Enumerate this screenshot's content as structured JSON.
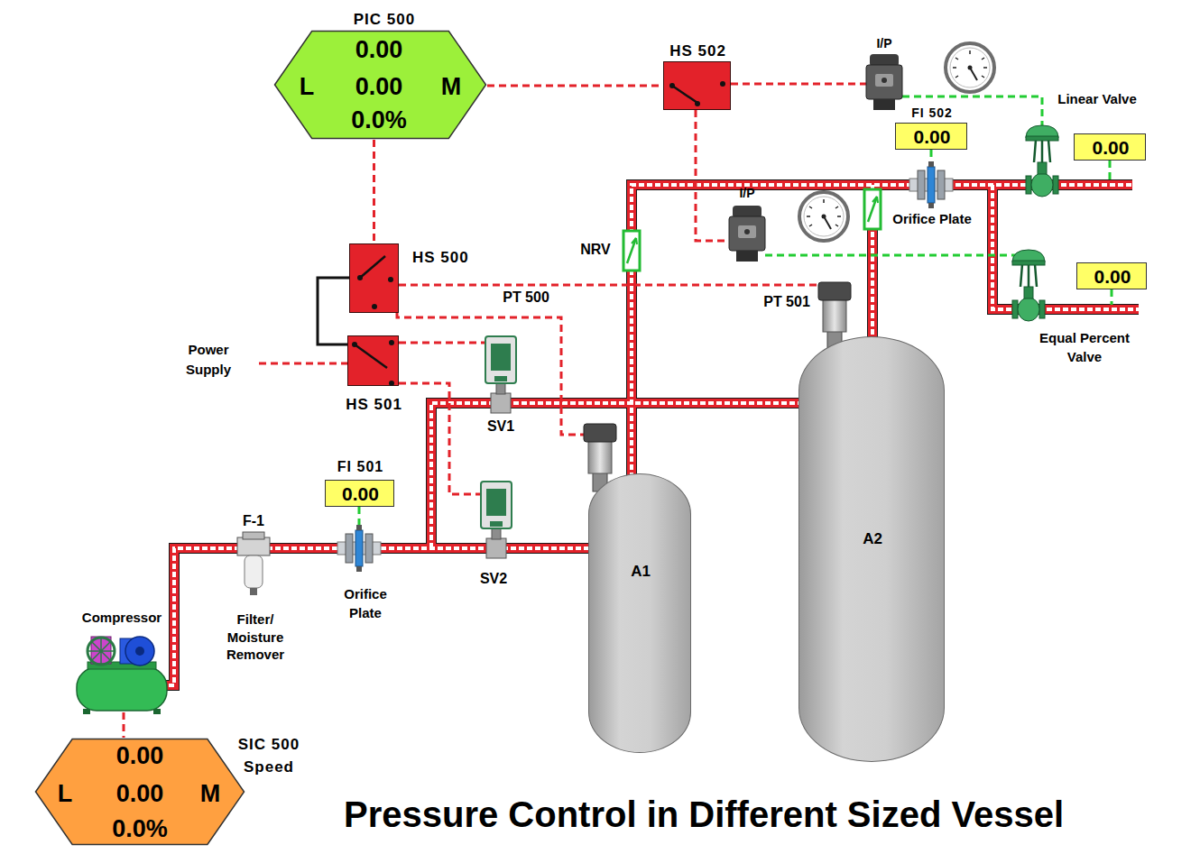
{
  "diagram": {
    "title": "Pressure Control in Different Sized Vessel",
    "nodes": [
      {
        "text": [
          "PIC 500",
          "0.00",
          "L",
          "0.00",
          "M",
          "0.0%"
        ]
      },
      {
        "text": [
          "HS 502"
        ]
      },
      {
        "text": [
          "FI 502",
          "0.00"
        ]
      },
      {
        "text": [
          "0.00"
        ]
      },
      {
        "text": [
          "HS 500"
        ]
      },
      {
        "text": [
          "0.00"
        ]
      },
      {
        "text": [
          "HS 501"
        ]
      },
      {
        "text": [
          "FI 501",
          "0.00"
        ]
      },
      {
        "text": [
          "A1"
        ]
      },
      {
        "text": [
          "A2"
        ]
      },
      {
        "text": [
          "SIC 500 Speed",
          "0.00",
          "L",
          "0.00",
          "M",
          "0.0%"
        ]
      }
    ],
    "edges": [
      {
        "from": 0,
        "to": 1,
        "arrow": "none"
      },
      {
        "from": 0,
        "to": 4,
        "arrow": "none"
      },
      {
        "from": 4,
        "to": 6,
        "arrow": "none"
      }
    ],
    "labels": [
      "I/P",
      "Linear Valve",
      "I/P",
      "Orifice Plate",
      "NRV",
      "PT 500",
      "PT 501",
      "Equal Percent Valve",
      "Power Supply",
      "SV1",
      "F-1",
      "Orifice Plate",
      "SV2",
      "Compressor",
      "Filter/ Moisture Remover"
    ]
  }
}
